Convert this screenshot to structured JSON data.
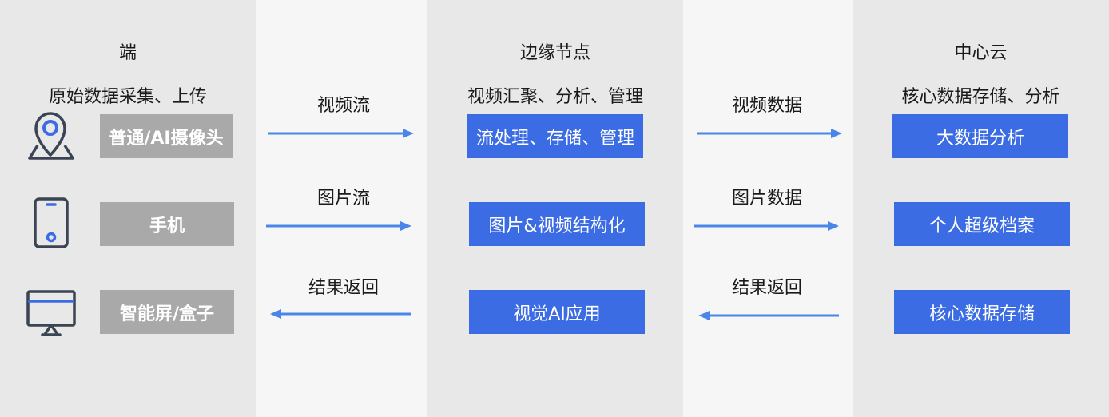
{
  "columns": {
    "device": {
      "title": "端",
      "subtitle": "原始数据采集、上传",
      "items": [
        "普通/AI摄像头",
        "手机",
        "智能屏/盒子"
      ],
      "icons": [
        "location-pin-icon",
        "smartphone-icon",
        "monitor-icon"
      ]
    },
    "edge": {
      "title": "边缘节点",
      "subtitle": "视频汇聚、分析、管理",
      "items": [
        "流处理、存储、管理",
        "图片&视频结构化",
        "视觉AI应用"
      ]
    },
    "cloud": {
      "title": "中心云",
      "subtitle": "核心数据存储、分析",
      "items": [
        "大数据分析",
        "个人超级档案",
        "核心数据存储"
      ]
    }
  },
  "flows_device_edge": [
    {
      "label": "视频流",
      "direction": "right"
    },
    {
      "label": "图片流",
      "direction": "right"
    },
    {
      "label": "结果返回",
      "direction": "left"
    }
  ],
  "flows_edge_cloud": [
    {
      "label": "视频数据",
      "direction": "right"
    },
    {
      "label": "图片数据",
      "direction": "right"
    },
    {
      "label": "结果返回",
      "direction": "left"
    }
  ],
  "colors": {
    "accent_blue": "#3b6ce3",
    "arrow_blue": "#4a86e8",
    "box_gray": "#a9a9a9",
    "icon_dark": "#3a4452",
    "icon_blue": "#3b6ce3"
  }
}
